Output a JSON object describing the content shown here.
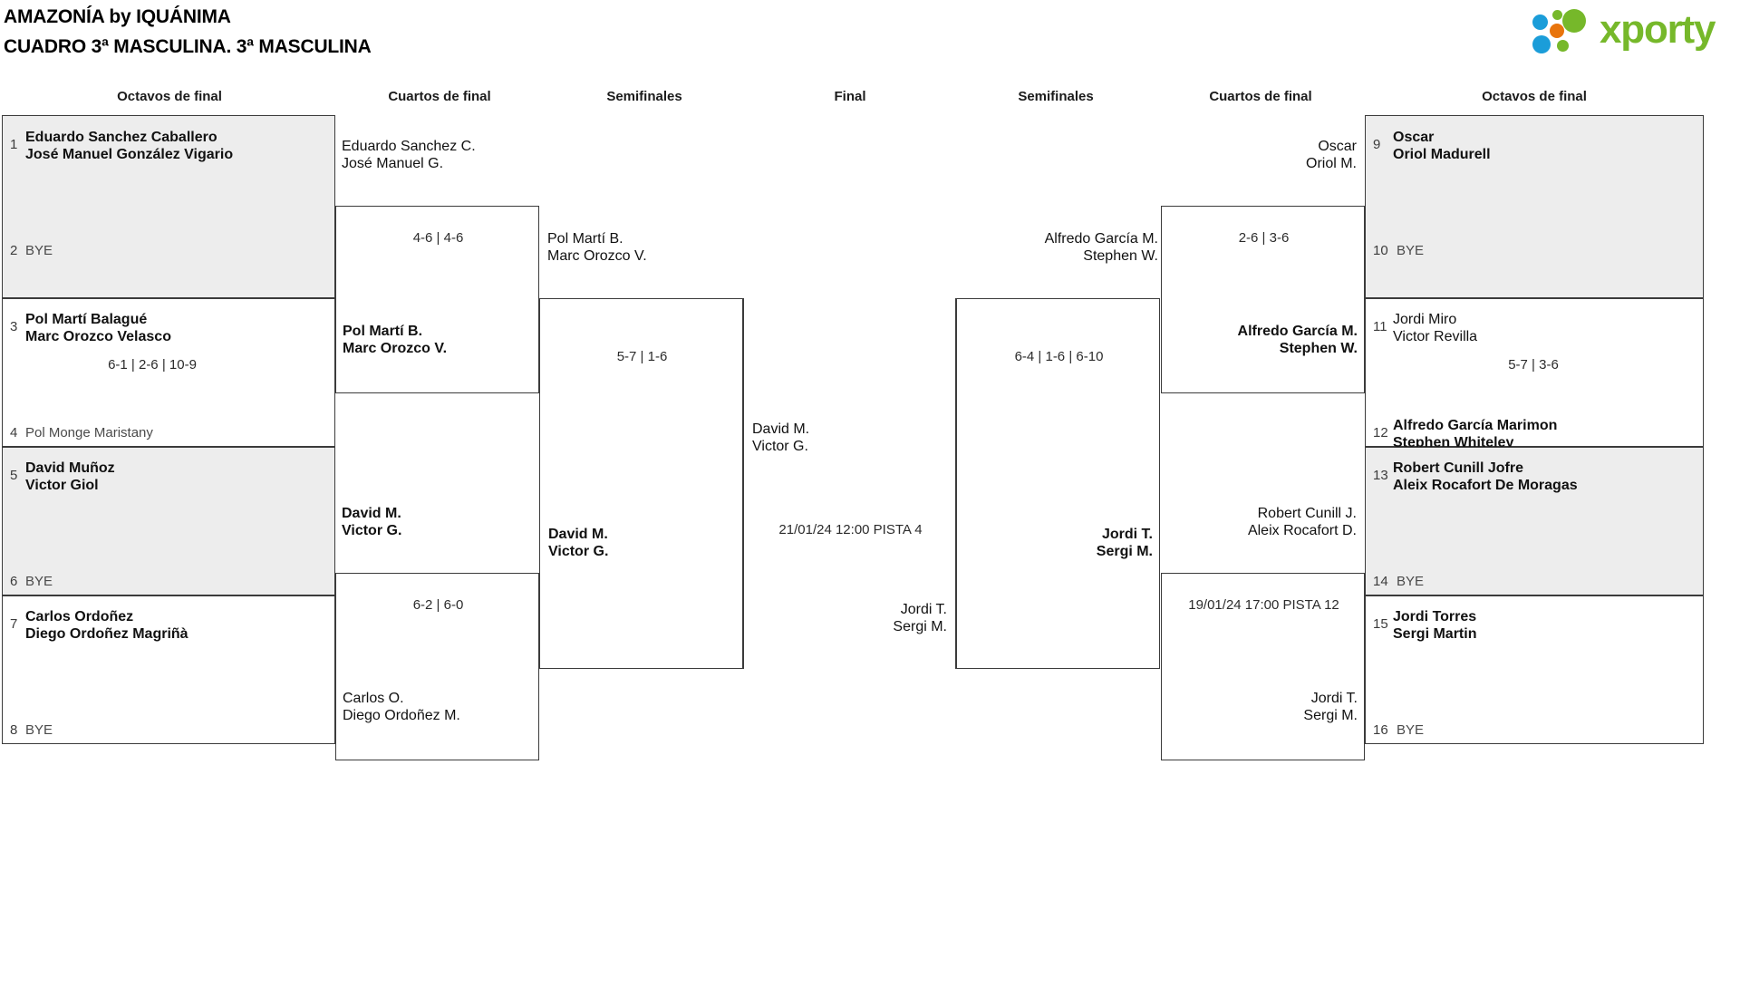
{
  "header": {
    "title_line1": "AMAZONÍA by IQUÁNIMA",
    "title_line2": "CUADRO 3ª MASCULINA. 3ª MASCULINA",
    "logo_text": "xporty",
    "logo_colors": {
      "green": "#76b82a",
      "orange": "#e8740c",
      "blue": "#1b9dd9"
    }
  },
  "round_titles": {
    "left_r16": "Octavos de final",
    "left_qf": "Cuartos de final",
    "left_sf": "Semifinales",
    "final": "Final",
    "right_sf": "Semifinales",
    "right_qf": "Cuartos de final",
    "right_r16": "Octavos de final"
  },
  "left_r16": [
    {
      "seed": "1",
      "line1": "Eduardo Sanchez Caballero",
      "line2": "José Manuel González Vigario",
      "shaded": true,
      "bold": true,
      "bye": false
    },
    {
      "seed": "2",
      "line1": "BYE",
      "line2": "",
      "shaded": true,
      "bold": false,
      "bye": true
    },
    {
      "seed": "3",
      "line1": "Pol Martí Balagué",
      "line2": "Marc Orozco Velasco",
      "shaded": false,
      "bold": true,
      "bye": false
    },
    {
      "seed": "4",
      "line1": "Pol Monge Maristany",
      "line2": "",
      "shaded": false,
      "bold": false,
      "bye": true
    },
    {
      "seed": "5",
      "line1": "David Muñoz",
      "line2": "Victor Giol",
      "shaded": true,
      "bold": true,
      "bye": false
    },
    {
      "seed": "6",
      "line1": "BYE",
      "line2": "",
      "shaded": true,
      "bold": false,
      "bye": true
    },
    {
      "seed": "7",
      "line1": "Carlos Ordoñez",
      "line2": "Diego Ordoñez Magriñà",
      "shaded": false,
      "bold": true,
      "bye": false
    },
    {
      "seed": "8",
      "line1": "BYE",
      "line2": "",
      "shaded": false,
      "bold": false,
      "bye": true
    }
  ],
  "right_r16": [
    {
      "seed": "9",
      "line1": "Oscar",
      "line2": "Oriol Madurell",
      "shaded": true,
      "bold": true,
      "bye": false
    },
    {
      "seed": "10",
      "line1": "BYE",
      "line2": "",
      "shaded": true,
      "bold": false,
      "bye": true
    },
    {
      "seed": "11",
      "line1": "Jordi Miro",
      "line2": "Victor Revilla",
      "shaded": false,
      "bold": false,
      "bye": false
    },
    {
      "seed": "12",
      "line1": "Alfredo García Marimon",
      "line2": "Stephen Whiteley",
      "shaded": false,
      "bold": true,
      "bye": false
    },
    {
      "seed": "13",
      "line1": "Robert Cunill Jofre",
      "line2": "Aleix Rocafort De Moragas",
      "shaded": true,
      "bold": true,
      "bye": false
    },
    {
      "seed": "14",
      "line1": "BYE",
      "line2": "",
      "shaded": true,
      "bold": false,
      "bye": true
    },
    {
      "seed": "15",
      "line1": "Jordi Torres",
      "line2": "Sergi Martin",
      "shaded": false,
      "bold": true,
      "bye": false
    },
    {
      "seed": "16",
      "line1": "BYE",
      "line2": "",
      "shaded": false,
      "bold": false,
      "bye": true
    }
  ],
  "r16_scores": {
    "left_m2": "6-1 | 2-6 | 10-9",
    "right_m2": "5-7 | 3-6"
  },
  "left_qf": {
    "m1_top_line1": "Eduardo Sanchez C.",
    "m1_top_line2": "José Manuel G.",
    "m1_bottom_line1": "Pol Martí B.",
    "m1_bottom_line2": "Marc Orozco V.",
    "m1_score": "4-6 | 4-6",
    "m2_top_line1": "David M.",
    "m2_top_line2": "Victor G.",
    "m2_bottom_line1": "Carlos O.",
    "m2_bottom_line2": "Diego Ordoñez M.",
    "m2_score": "6-2 | 6-0"
  },
  "right_qf": {
    "m1_top_line1": "Oscar",
    "m1_top_line2": "Oriol M.",
    "m1_bottom_line1": "Alfredo García M.",
    "m1_bottom_line2": "Stephen W.",
    "m1_score": "2-6 | 3-6",
    "m2_top_line1": "Robert Cunill J.",
    "m2_top_line2": "Aleix Rocafort D.",
    "m2_bottom_line1": "Jordi T.",
    "m2_bottom_line2": "Sergi M.",
    "m2_score": "19/01/24 17:00 PISTA 12"
  },
  "left_sf": {
    "top_line1": "Pol Martí B.",
    "top_line2": "Marc Orozco V.",
    "bottom_line1": "David M.",
    "bottom_line2": "Victor G.",
    "score": "5-7 | 1-6"
  },
  "right_sf": {
    "top_line1": "Alfredo García M.",
    "top_line2": "Stephen W.",
    "bottom_line1": "Jordi T.",
    "bottom_line2": "Sergi M.",
    "score": "6-4 | 1-6 | 6-10"
  },
  "final": {
    "left_line1": "David M.",
    "left_line2": "Victor G.",
    "right_line1": "Jordi T.",
    "right_line2": "Sergi M.",
    "schedule": "21/01/24 12:00 PISTA 4"
  }
}
